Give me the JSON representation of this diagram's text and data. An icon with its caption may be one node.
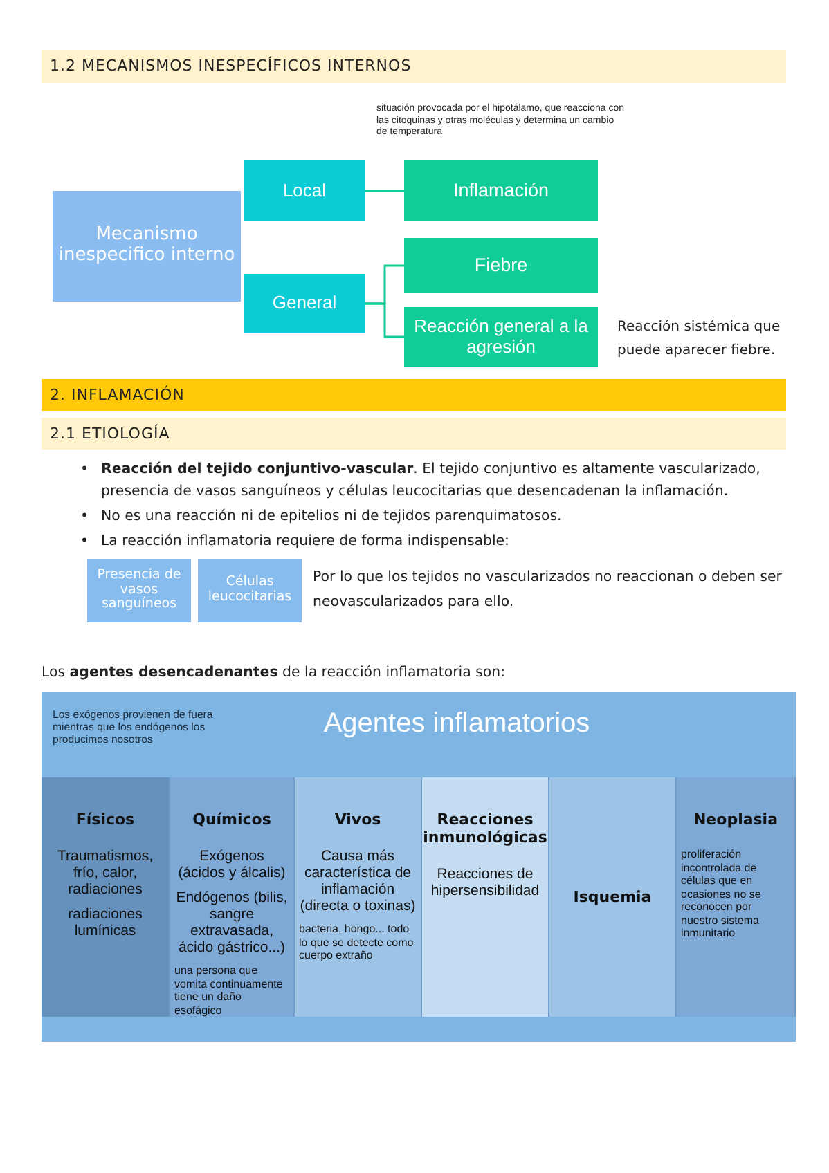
{
  "diagram": {
    "nodes": [
      {
        "text": [
          "Mecanismo inespecifico interno"
        ]
      },
      {
        "text": [
          "Local"
        ]
      },
      {
        "text": [
          "General"
        ]
      },
      {
        "text": [
          "Inflamación"
        ]
      },
      {
        "text": [
          "Fiebre"
        ]
      },
      {
        "text": [
          "Reacción general a la agresión"
        ],
        "beside": [
          "Reacción sistémica que puede aparecer fiebre."
        ]
      },
      {
        "text": [
          "Presencia de vasos sanguíneos"
        ]
      },
      {
        "text": [
          "Células leucocitarias"
        ]
      },
      {
        "text": [
          "Los exógenos provienen de fuera mientras que los endógenos los producimos nosotros",
          "Agentes inflamatorios"
        ]
      },
      {
        "text": [
          "Físicos",
          "Traumatismos, frío, calor, radiaciones",
          "radiaciones lumínicas"
        ],
        "in": 8
      },
      {
        "text": [
          "Químicos",
          "Exógenos (ácidos y álcalis)",
          "Endógenos (bilis, sangre extravasada, ácido gástrico...)",
          "una persona que vomita continuamente tiene un daño esofágico"
        ],
        "in": 8
      },
      {
        "text": [
          "Vivos",
          "Causa más característica de inflamación (directa o toxinas)",
          "bacteria, hongo... todo lo que se detecte como cuerpo extraño"
        ],
        "in": 8
      },
      {
        "text": [
          "Reacciones inmunológicas",
          "Reacciones de hipersensibilidad"
        ],
        "in": 8
      },
      {
        "text": [
          "Isquemia"
        ],
        "in": 8
      },
      {
        "text": [
          "Neoplasia",
          "proliferación incontrolada de células que en ocasiones no se reconocen por nuestro sistema inmunitario"
        ],
        "in": 8
      }
    ],
    "edges": [
      {
        "from": 1,
        "to": 3,
        "arrow": "none"
      },
      {
        "from": 2,
        "to": 4,
        "arrow": "none"
      },
      {
        "from": 2,
        "to": 5,
        "arrow": "none"
      }
    ],
    "labels": [
      "1.2 MECANISMOS INESPECÍFICOS INTERNOS",
      "situación provocada por el hipotálamo, que reacciona con las citoquinas y otras moléculas y determina un cambio de temperatura",
      "2. INFLAMACIÓN",
      "2.1 ETIOLOGÍA",
      "•",
      "**Reacción del tejido conjuntivo-vascular**. El tejido conjuntivo es altamente vascularizado, presencia de vasos sanguíneos y células leucocitarias que desencadenan la inflamación.",
      "•",
      "No es una reacción ni de epitelios ni de tejidos parenquimatosos.",
      "•",
      "La reacción inflamatoria requiere de forma indispensable:",
      "Por lo que los tejidos no vascularizados no reaccionan o deben ser neovascularizados para ello.",
      "Los **agentes desencadenantes** de la reacción inflamatoria son:"
    ]
  }
}
